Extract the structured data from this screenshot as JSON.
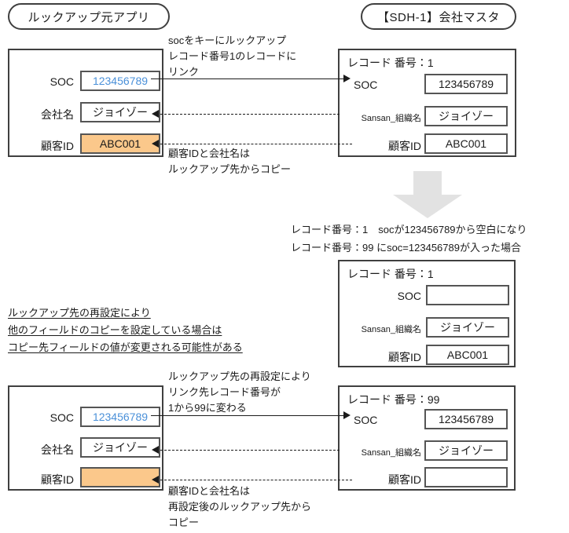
{
  "diagram": {
    "title_left": "ルックアップ元アプリ",
    "title_right": "【SDH-1】会社マスタ",
    "colors": {
      "highlight": "#fbc88b",
      "key_value_text": "#4a90d9",
      "line": "#1b1b1b",
      "big_arrow": "#e2e2e2"
    }
  },
  "top": {
    "source_app": {
      "fields": [
        {
          "label": "SOC",
          "value": "123456789",
          "style": "blue"
        },
        {
          "label": "会社名",
          "value": "ジョイゾー",
          "style": "plain"
        },
        {
          "label": "顧客ID",
          "value": "ABC001",
          "style": "orange"
        }
      ]
    },
    "master_record": {
      "record_title": "レコード 番号：1",
      "fields": [
        {
          "label": "SOC",
          "value": "123456789",
          "style": "plain"
        },
        {
          "label": "Sansan_組織名",
          "value": "ジョイゾー",
          "style": "plain"
        },
        {
          "label": "顧客ID",
          "value": "ABC001",
          "style": "plain"
        }
      ]
    },
    "note_link": "socをキーにルックアップ\nレコード番号1のレコードに\nリンク",
    "note_copy": "顧客IDと会社名は\nルックアップ先からコピー"
  },
  "middle": {
    "note_change_line1": "レコード番号：1　socが123456789から空白になり",
    "note_change_line2": "レコード番号：99 にsoc=123456789が入った場合",
    "master_record": {
      "record_title": "レコード 番号：1",
      "fields": [
        {
          "label": "SOC",
          "value": "",
          "style": "plain"
        },
        {
          "label": "Sansan_組織名",
          "value": "ジョイゾー",
          "style": "plain"
        },
        {
          "label": "顧客ID",
          "value": "ABC001",
          "style": "plain"
        }
      ]
    },
    "warning": [
      "ルックアップ先の再設定により",
      "他のフィールドのコピーを設定している場合は",
      "コピー先フィールドの値が変更される可能性がある"
    ]
  },
  "bottom": {
    "source_app": {
      "fields": [
        {
          "label": "SOC",
          "value": "123456789",
          "style": "blue"
        },
        {
          "label": "会社名",
          "value": "ジョイゾー",
          "style": "plain"
        },
        {
          "label": "顧客ID",
          "value": "",
          "style": "orange"
        }
      ]
    },
    "master_record": {
      "record_title": "レコード 番号：99",
      "fields": [
        {
          "label": "SOC",
          "value": "123456789",
          "style": "plain"
        },
        {
          "label": "Sansan_組織名",
          "value": "ジョイゾー",
          "style": "plain"
        },
        {
          "label": "顧客ID",
          "value": "",
          "style": "plain"
        }
      ]
    },
    "note_link": "ルックアップ先の再設定により\nリンク先レコード番号が\n1から99に変わる",
    "note_copy": "顧客IDと会社名は\n再設定後のルックアップ先から\nコピー"
  }
}
